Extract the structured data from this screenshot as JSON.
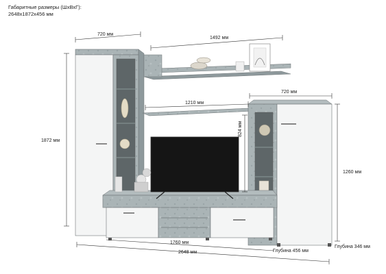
{
  "header": {
    "line1": "Габаритные размеры (ШхВхГ):",
    "line2": "2648х1872х456 мм"
  },
  "dimensions": {
    "left_cabinet_width": "720 мм",
    "shelf_width": "1492 мм",
    "right_cabinet_width": "720 мм",
    "tv_shelf_width": "1210 мм",
    "tv_niche_height": "824 мм",
    "total_height": "1872 мм",
    "right_cabinet_height": "1260 мм",
    "stand_width": "1760 мм",
    "total_width": "2648 мм",
    "depth_main": "Глубина 456 мм",
    "depth_right": "Глубина 346 мм"
  },
  "colors": {
    "concrete": "#aab4b6",
    "concrete_dark": "#8e999c",
    "white_front": "#f4f5f5",
    "outline": "#6f7577",
    "tv_screen": "#151515",
    "dimension_line": "#333333"
  }
}
